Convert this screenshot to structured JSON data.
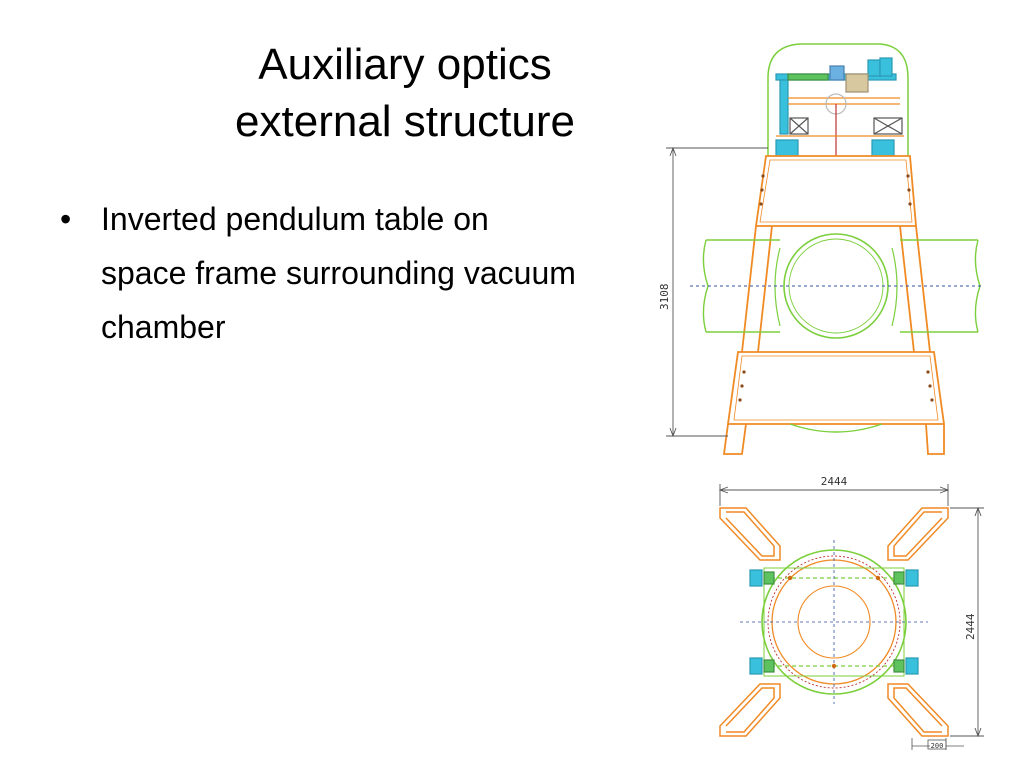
{
  "title": {
    "line1": "Auxiliary optics",
    "line2": "external structure"
  },
  "bullets": [
    {
      "text": "Inverted pendulum table on space frame surrounding vacuum chamber"
    }
  ],
  "diagram": {
    "elevation_height_label": "3108",
    "plan_width_label": "2444",
    "plan_height_label": "2444",
    "leg_offset_label": "200"
  },
  "colors": {
    "frame": "#f08a24",
    "chamber": "#7ccf3c",
    "accent_cyan": "#39c0dc",
    "dimension": "#555555",
    "accent_red": "#c03030"
  }
}
